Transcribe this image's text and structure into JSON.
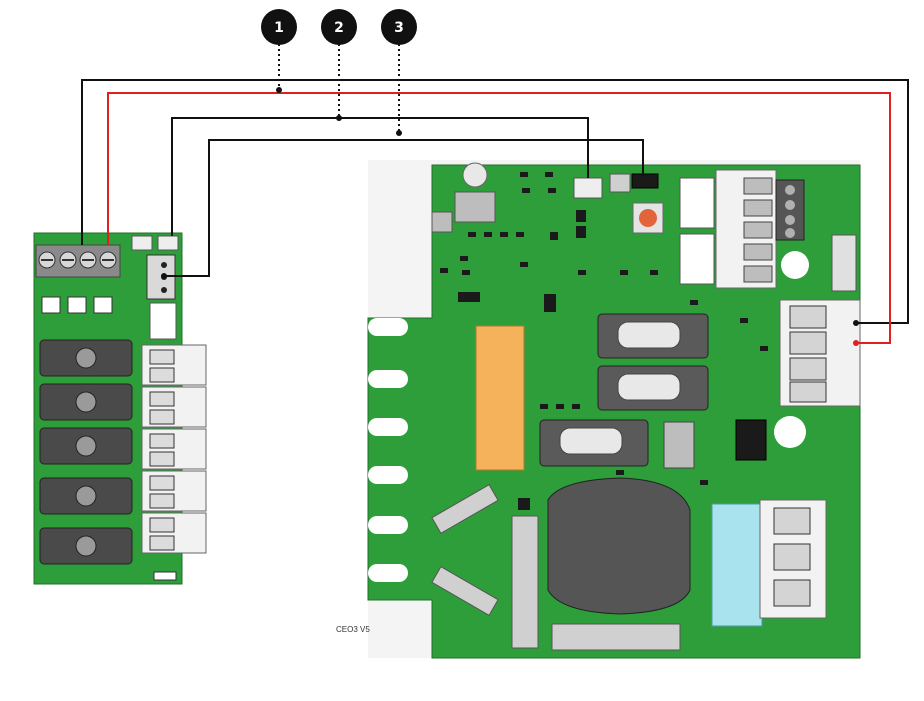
{
  "callouts": [
    {
      "label": "1",
      "wire_color": "#111111"
    },
    {
      "label": "2",
      "wire_color": "#111111"
    },
    {
      "label": "3",
      "wire_color": "#111111"
    }
  ],
  "red_wire_color": "#e02020",
  "board_right": {
    "label": "CEO3 V5",
    "pcb_color": "#2e9e3a"
  },
  "board_left": {
    "pcb_color": "#2e9e3a"
  },
  "colors": {
    "relay": "#f5b25a",
    "capacitor": "#a8e3ee",
    "inductor": "#555555",
    "button": "#e2643a"
  }
}
